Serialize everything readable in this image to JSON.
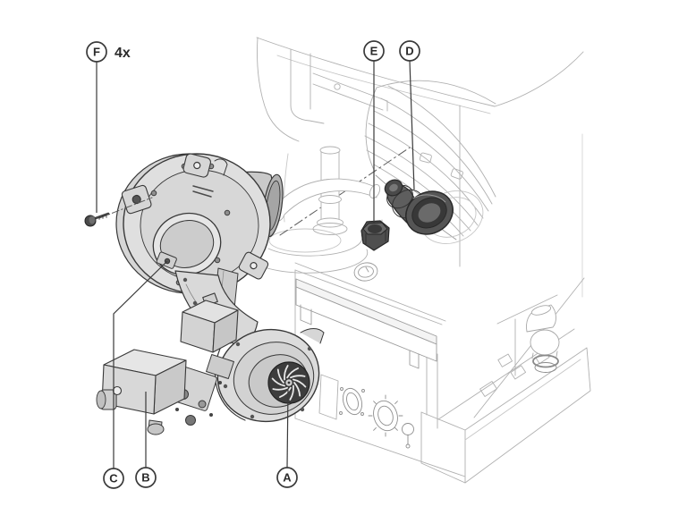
{
  "callouts": {
    "f": {
      "letter": "F",
      "qty": "4x"
    },
    "e": {
      "letter": "E"
    },
    "d": {
      "letter": "D"
    },
    "c": {
      "letter": "C"
    },
    "b": {
      "letter": "B"
    },
    "a": {
      "letter": "A"
    }
  },
  "colors": {
    "background": "#ffffff",
    "dark_line": "#3a3a3a",
    "light_line": "#b0b0b0",
    "part_fill_light": "#dedede",
    "part_fill_mid": "#c9c9c9",
    "part_fill_dark": "#4f4f4f",
    "callout_text": "#2b2b2b"
  }
}
